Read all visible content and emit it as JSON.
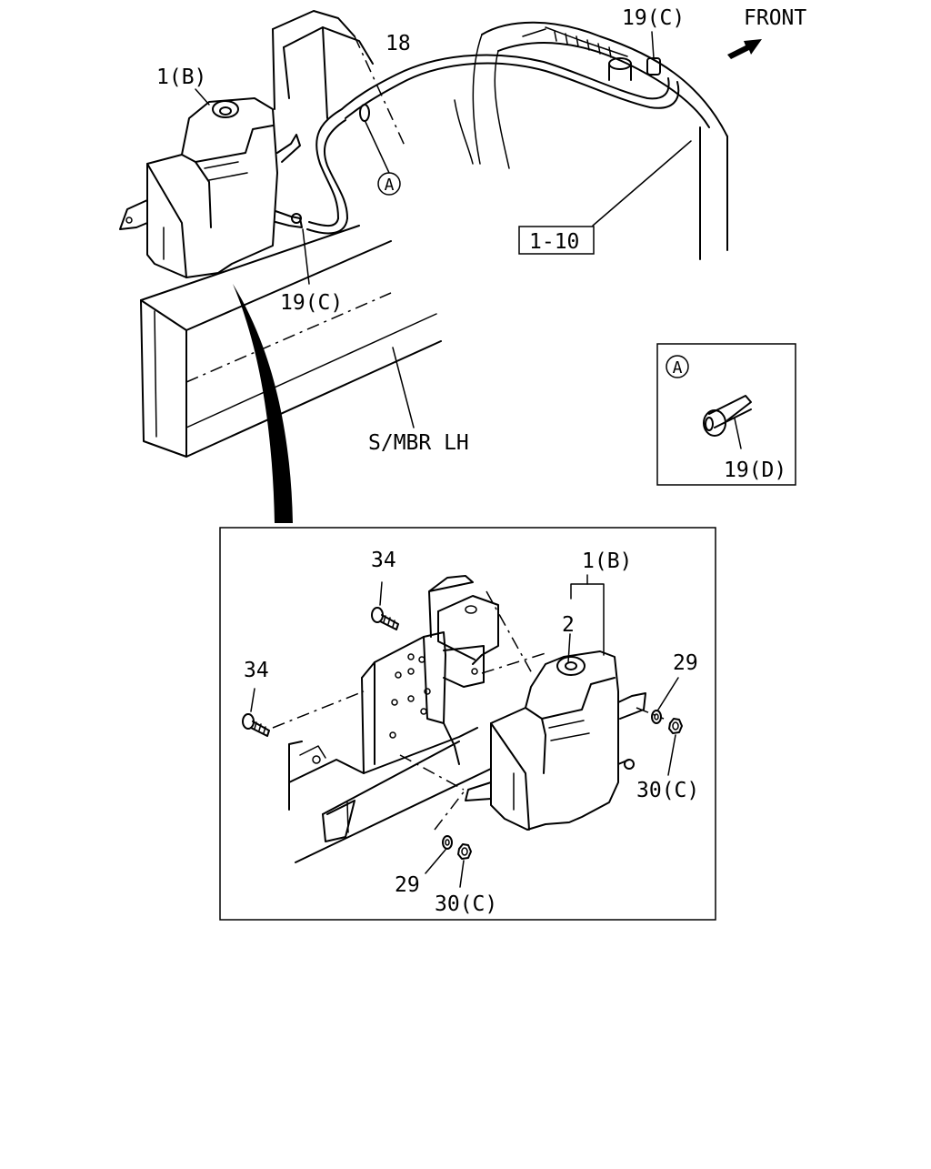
{
  "labels": {
    "front": "FRONT",
    "hose": "18",
    "reservoir_top": "1(B)",
    "clip_top_right": "19(C)",
    "clip_mid": "19(C)",
    "ref_section": "1-10",
    "detail_marker": "A",
    "detail_marker_box": "A",
    "clip_detail": "19(D)",
    "side_member": "S/MBR LH",
    "reservoir_inset": "1(B)",
    "cap": "2",
    "bolt_upper": "34",
    "bolt_lower": "34",
    "washer_right": "29",
    "nut_right": "30(C)",
    "washer_bottom": "29",
    "nut_bottom": "30(C)"
  }
}
